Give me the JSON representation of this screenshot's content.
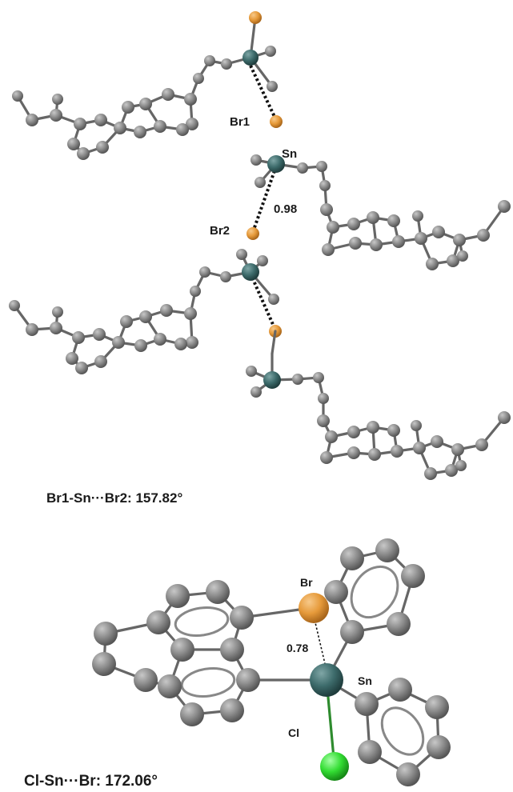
{
  "top_panel": {
    "labels": {
      "br1": "Br1",
      "sn": "Sn",
      "distance": "0.98",
      "br2": "Br2"
    },
    "angle_caption": "Br1-Sn···Br2: 157.82°"
  },
  "bottom_panel": {
    "labels": {
      "br": "Br",
      "distance": "0.78",
      "sn": "Sn",
      "cl": "Cl"
    },
    "angle_caption": "Cl-Sn···Br: 172.06°"
  },
  "colors": {
    "carbon": "#888888",
    "tin": "#3d6b6b",
    "bromine": "#e69a3a",
    "chlorine": "#33dd33"
  }
}
